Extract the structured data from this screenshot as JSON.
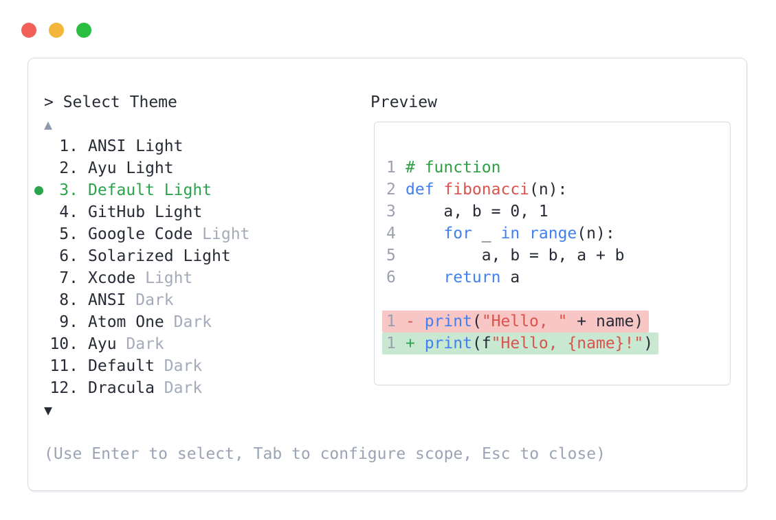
{
  "window_controls": {
    "buttons": [
      {
        "name": "close",
        "color": "#f2605a"
      },
      {
        "name": "minimize",
        "color": "#f3b73c"
      },
      {
        "name": "maximize",
        "color": "#2bbe41"
      }
    ]
  },
  "theme_picker": {
    "prompt": "> Select Theme",
    "scroll_up_indicator": "▲",
    "scroll_down_indicator": "▼",
    "items": [
      {
        "num": "1.",
        "name": "ANSI",
        "variant": "Light",
        "variant_muted": false,
        "selected": false
      },
      {
        "num": "2.",
        "name": "Ayu",
        "variant": "Light",
        "variant_muted": false,
        "selected": false
      },
      {
        "num": "3.",
        "name": "Default",
        "variant": "Light",
        "variant_muted": false,
        "selected": true
      },
      {
        "num": "4.",
        "name": "GitHub",
        "variant": "Light",
        "variant_muted": false,
        "selected": false
      },
      {
        "num": "5.",
        "name": "Google Code",
        "variant": "Light",
        "variant_muted": true,
        "selected": false
      },
      {
        "num": "6.",
        "name": "Solarized",
        "variant": "Light",
        "variant_muted": false,
        "selected": false
      },
      {
        "num": "7.",
        "name": "Xcode",
        "variant": "Light",
        "variant_muted": true,
        "selected": false
      },
      {
        "num": "8.",
        "name": "ANSI",
        "variant": "Dark",
        "variant_muted": true,
        "selected": false
      },
      {
        "num": "9.",
        "name": "Atom One",
        "variant": "Dark",
        "variant_muted": true,
        "selected": false
      },
      {
        "num": "10.",
        "name": "Ayu",
        "variant": "Dark",
        "variant_muted": true,
        "selected": false
      },
      {
        "num": "11.",
        "name": "Default",
        "variant": "Dark",
        "variant_muted": true,
        "selected": false
      },
      {
        "num": "12.",
        "name": "Dracula",
        "variant": "Dark",
        "variant_muted": true,
        "selected": false
      }
    ],
    "hint": "(Use Enter to select, Tab to configure scope, Esc to close)"
  },
  "preview": {
    "title": "Preview",
    "code_lines": [
      {
        "num": "1",
        "tokens": [
          {
            "text": "# function",
            "style": "comment"
          }
        ]
      },
      {
        "num": "2",
        "tokens": [
          {
            "text": "def ",
            "style": "keyword"
          },
          {
            "text": "fibonacci",
            "style": "function"
          },
          {
            "text": "(n):",
            "style": "plain"
          }
        ]
      },
      {
        "num": "3",
        "tokens": [
          {
            "text": "    a, b = 0, 1",
            "style": "plain"
          }
        ]
      },
      {
        "num": "4",
        "tokens": [
          {
            "text": "    ",
            "style": "plain"
          },
          {
            "text": "for",
            "style": "keyword"
          },
          {
            "text": " _ ",
            "style": "plain"
          },
          {
            "text": "in",
            "style": "keyword"
          },
          {
            "text": " ",
            "style": "plain"
          },
          {
            "text": "range",
            "style": "keyword"
          },
          {
            "text": "(n):",
            "style": "plain"
          }
        ]
      },
      {
        "num": "5",
        "tokens": [
          {
            "text": "        a, b = b, a + b",
            "style": "plain"
          }
        ]
      },
      {
        "num": "6",
        "tokens": [
          {
            "text": "    ",
            "style": "plain"
          },
          {
            "text": "return",
            "style": "keyword"
          },
          {
            "text": " a",
            "style": "plain"
          }
        ]
      }
    ],
    "diff_lines": [
      {
        "num": "1",
        "kind": "removed",
        "sign": "- ",
        "tokens": [
          {
            "text": "print",
            "style": "keyword"
          },
          {
            "text": "(",
            "style": "plain"
          },
          {
            "text": "\"Hello, \"",
            "style": "string"
          },
          {
            "text": " + name)",
            "style": "plain"
          }
        ]
      },
      {
        "num": "1",
        "kind": "added",
        "sign": "+ ",
        "tokens": [
          {
            "text": "print",
            "style": "keyword"
          },
          {
            "text": "(f",
            "style": "plain"
          },
          {
            "text": "\"Hello, {name}!\"",
            "style": "string"
          },
          {
            "text": ")",
            "style": "plain"
          }
        ]
      }
    ]
  },
  "colors": {
    "text": "#262b36",
    "muted": "#a3abba",
    "hint": "#9aa4b4",
    "line_number": "#9aa1ad",
    "selection_green": "#2aa44a",
    "comment_green": "#2f9e44",
    "keyword_blue": "#4080f0",
    "function_red": "#da534e",
    "string_red": "#d9544d",
    "diff_removed_bg": "#f8c6c5",
    "diff_added_bg": "#c9e8d2",
    "diff_removed_sign": "#d9544d",
    "diff_added_sign": "#2da44e",
    "border": "#d6dae2",
    "scroll_up_arrow": "#8e99ac"
  }
}
